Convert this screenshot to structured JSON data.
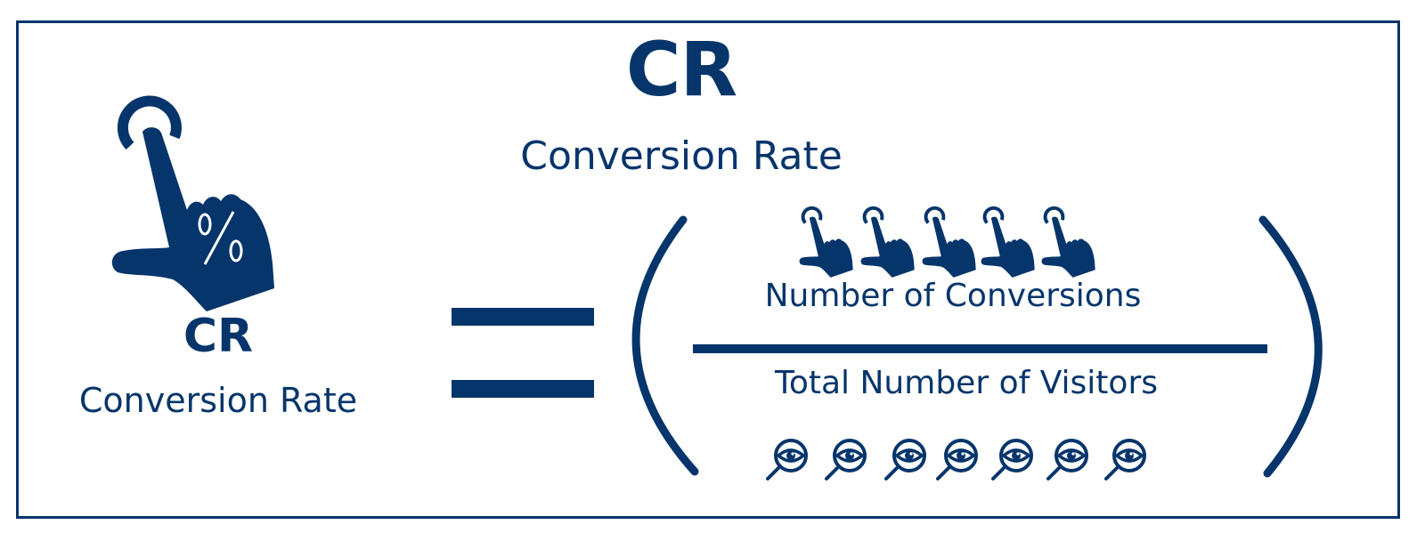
{
  "header": {
    "abbreviation": "CR",
    "full_name": "Conversion Rate"
  },
  "left_block": {
    "icon": "hand-tap-percent-icon",
    "icon_glyph": "%",
    "abbreviation": "CR",
    "full_name": "Conversion Rate"
  },
  "equation": {
    "operator": "=",
    "numerator": {
      "label": "Number of Conversions",
      "icon": "hand-tap-icon",
      "icon_count": 5
    },
    "denominator": {
      "label": "Total Number of Visitors",
      "icon": "magnifier-eye-icon",
      "icon_count": 7
    }
  },
  "colors": {
    "primary": "#06356b",
    "background": "#ffffff"
  }
}
